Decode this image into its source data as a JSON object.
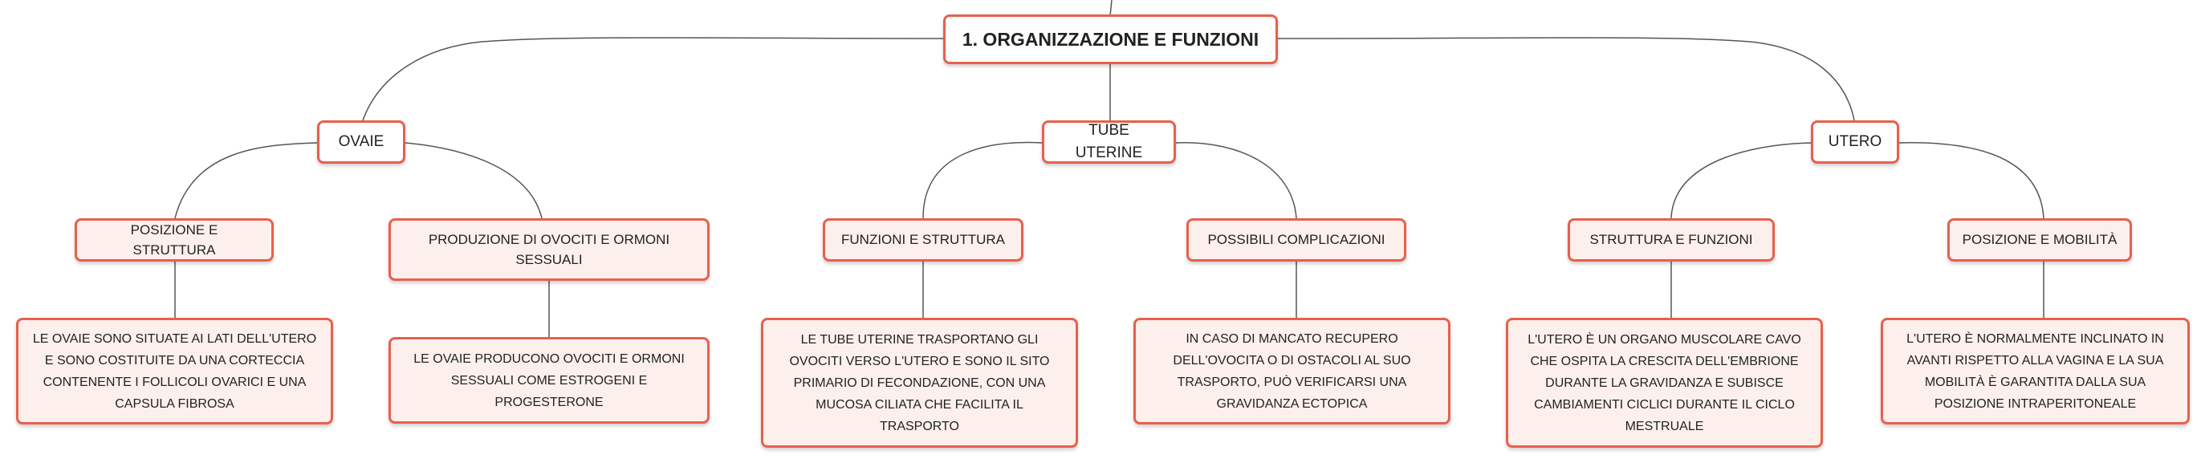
{
  "root": "1. ORGANIZZAZIONE E FUNZIONI",
  "branches": {
    "ovaie": {
      "label": "OVAIE",
      "topics": [
        {
          "label": "POSIZIONE E STRUTTURA",
          "detail": "LE OVAIE SONO SITUATE AI LATI DELL'UTERO E SONO COSTITUITE DA UNA CORTECCIA CONTENENTE I FOLLICOLI OVARICI E UNA CAPSULA FIBROSA"
        },
        {
          "label": "PRODUZIONE DI OVOCITI E ORMONI SESSUALI",
          "detail": "LE OVAIE PRODUCONO OVOCITI E ORMONI SESSUALI COME ESTROGENI E PROGESTERONE"
        }
      ]
    },
    "tube": {
      "label": "TUBE UTERINE",
      "topics": [
        {
          "label": "FUNZIONI E STRUTTURA",
          "detail": "LE TUBE UTERINE TRASPORTANO GLI OVOCITI VERSO L'UTERO E SONO IL SITO PRIMARIO DI FECONDAZIONE, CON UNA MUCOSA CILIATA CHE FACILITA IL TRASPORTO"
        },
        {
          "label": "POSSIBILI COMPLICAZIONI",
          "detail": "IN CASO DI MANCATO RECUPERO DELL'OVOCITA O DI OSTACOLI AL SUO TRASPORTO, PUÒ VERIFICARSI UNA GRAVIDANZA ECTOPICA"
        }
      ]
    },
    "utero": {
      "label": "UTERO",
      "topics": [
        {
          "label": "STRUTTURA E FUNZIONI",
          "detail": "L'UTERO È UN ORGANO MUSCOLARE CAVO CHE OSPITA LA CRESCITA DELL'EMBRIONE DURANTE LA GRAVIDANZA E SUBISCE CAMBIAMENTI CICLICI DURANTE IL CICLO MESTRUALE"
        },
        {
          "label": "POSIZIONE E MOBILITÀ",
          "detail": "L'UTERO È NORMALMENTE INCLINATO IN AVANTI RISPETTO ALLA VAGINA E LA SUA MOBILITÀ È GARANTITA DALLA SUA POSIZIONE INTRAPERITONEALE"
        }
      ]
    }
  },
  "colors": {
    "border": "#e8604c",
    "fill": "#fdf0ec",
    "line": "#555555"
  }
}
